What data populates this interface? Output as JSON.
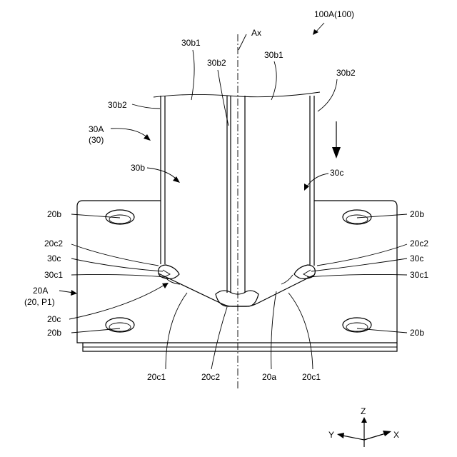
{
  "figure": {
    "ref_assembly": "100A(100)",
    "axis": "Ax",
    "labels": {
      "30b1_left": "30b1",
      "30b2_center": "30b2",
      "30b1_right": "30b1",
      "30b2_right": "30b2",
      "30b2_left": "30b2",
      "30A": "30A",
      "30A_sub": "(30)",
      "30b": "30b",
      "30c_top": "30c",
      "20b_ul": "20b",
      "20b_ur": "20b",
      "20c2_left": "20c2",
      "20c2_right": "20c2",
      "30c_left": "30c",
      "30c_right": "30c",
      "30c1_left": "30c1",
      "30c1_right": "30c1",
      "20A": "20A",
      "20A_sub": "(20, P1)",
      "20c": "20c",
      "20b_ll": "20b",
      "20b_lr": "20b",
      "20c1_bl": "20c1",
      "20c2_bottom": "20c2",
      "20a": "20a",
      "20c1_br": "20c1"
    },
    "axes": {
      "z": "Z",
      "y": "Y",
      "x": "X"
    }
  }
}
